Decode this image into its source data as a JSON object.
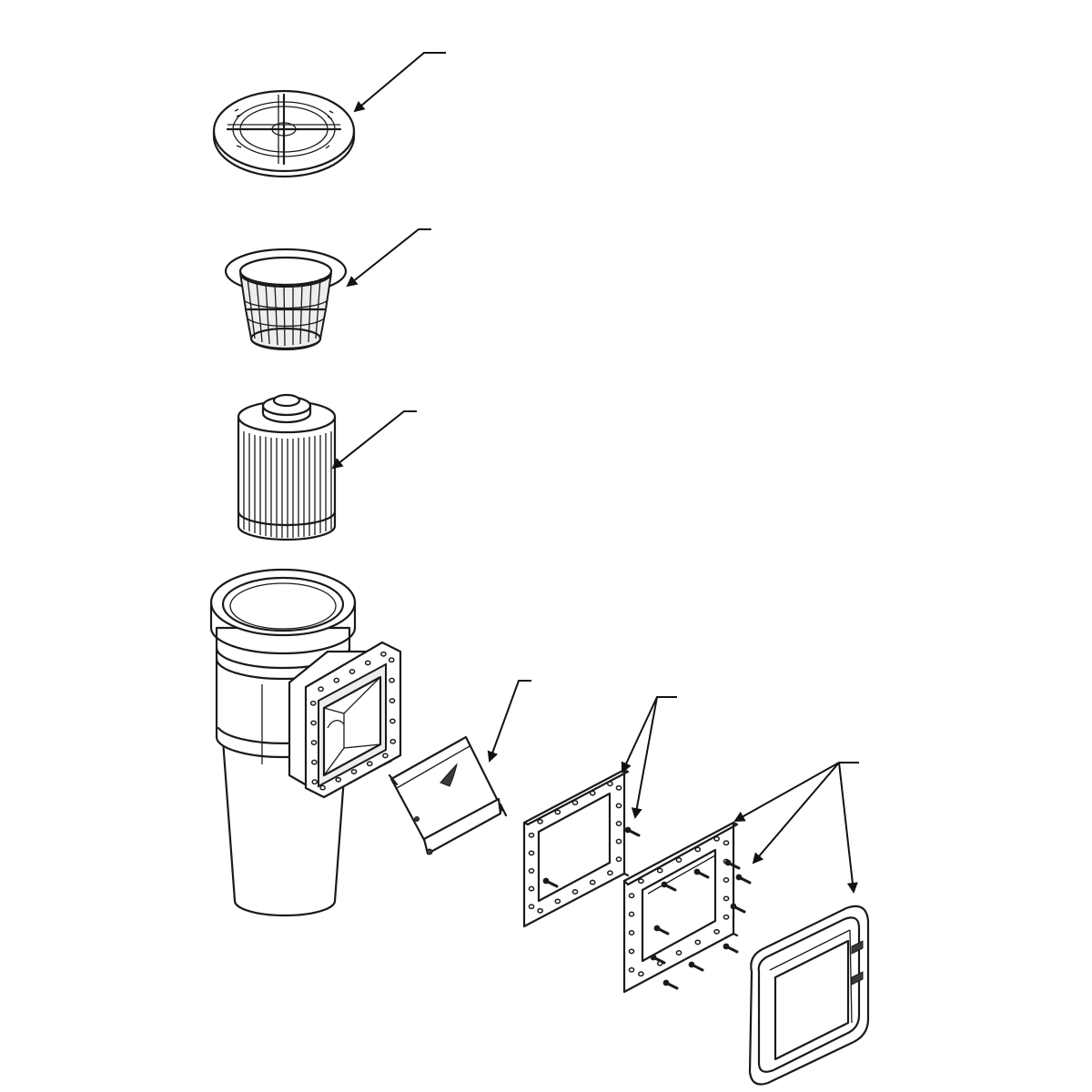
{
  "diagram": {
    "type": "exploded-parts-diagram",
    "parts": [
      {
        "id": "skimmer-lid",
        "icon": "round-lid"
      },
      {
        "id": "skimmer-basket",
        "icon": "mesh-basket"
      },
      {
        "id": "filter-cartridge",
        "icon": "pleated-cartridge"
      },
      {
        "id": "skimmer-body",
        "icon": "skimmer-housing"
      },
      {
        "id": "weir-door",
        "icon": "hinged-flap"
      },
      {
        "id": "mounting-gasket",
        "icon": "square-gasket"
      },
      {
        "id": "faceplate",
        "icon": "square-plate"
      },
      {
        "id": "faceplate-cover",
        "icon": "rounded-frame"
      }
    ],
    "callouts": [
      {
        "id": "callout-lid",
        "targets": 1
      },
      {
        "id": "callout-basket",
        "targets": 1
      },
      {
        "id": "callout-cartridge",
        "targets": 1
      },
      {
        "id": "callout-weir",
        "targets": 1
      },
      {
        "id": "callout-gasket-screws",
        "targets": 2
      },
      {
        "id": "callout-faceplate-kit",
        "targets": 3
      }
    ],
    "colors": {
      "line": "#1a1a1a",
      "background": "#ffffff",
      "shade": "#ededed"
    }
  }
}
